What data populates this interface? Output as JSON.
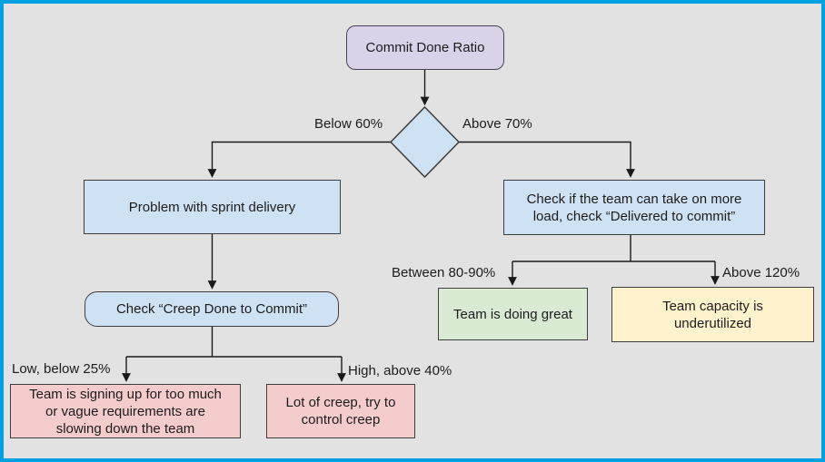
{
  "page": {
    "background": "#e2e2e2",
    "frame_border": "#00a0e2",
    "line_color": "#1a1a1a"
  },
  "flowchart": {
    "nodes": {
      "root": {
        "label": "Commit Done Ratio",
        "fill": "#d9d2e9",
        "shape": "rounded-rectangle"
      },
      "decision": {
        "fill": "#cfe2f3",
        "shape": "diamond"
      },
      "problem": {
        "label": "Problem with sprint delivery",
        "fill": "#cfe2f3",
        "shape": "rectangle"
      },
      "check_load": {
        "label": "Check if the team can take on more\nload, check “Delivered to commit”",
        "fill": "#cfe2f3",
        "shape": "rectangle"
      },
      "check_creep": {
        "label": "Check “Creep Done to Commit”",
        "fill": "#cfe2f3",
        "shape": "rounded-rectangle"
      },
      "signup": {
        "label": "Team is signing up for too much\nor vague requirements are\nslowing down the team",
        "fill": "#f4cccc",
        "shape": "rectangle"
      },
      "lot_creep": {
        "label": "Lot of creep, try to\ncontrol creep",
        "fill": "#f4cccc",
        "shape": "rectangle"
      },
      "great": {
        "label": "Team is doing great",
        "fill": "#d9ead3",
        "shape": "rectangle"
      },
      "under": {
        "label": "Team capacity is\nunderutilized",
        "fill": "#fff2cc",
        "shape": "rectangle"
      }
    },
    "edge_labels": {
      "below_60": "Below 60%",
      "above_70": "Above 70%",
      "between_80_90": "Between 80-90%",
      "above_120": "Above 120%",
      "low_below_25": "Low, below 25%",
      "high_above_40": "High, above 40%"
    }
  }
}
